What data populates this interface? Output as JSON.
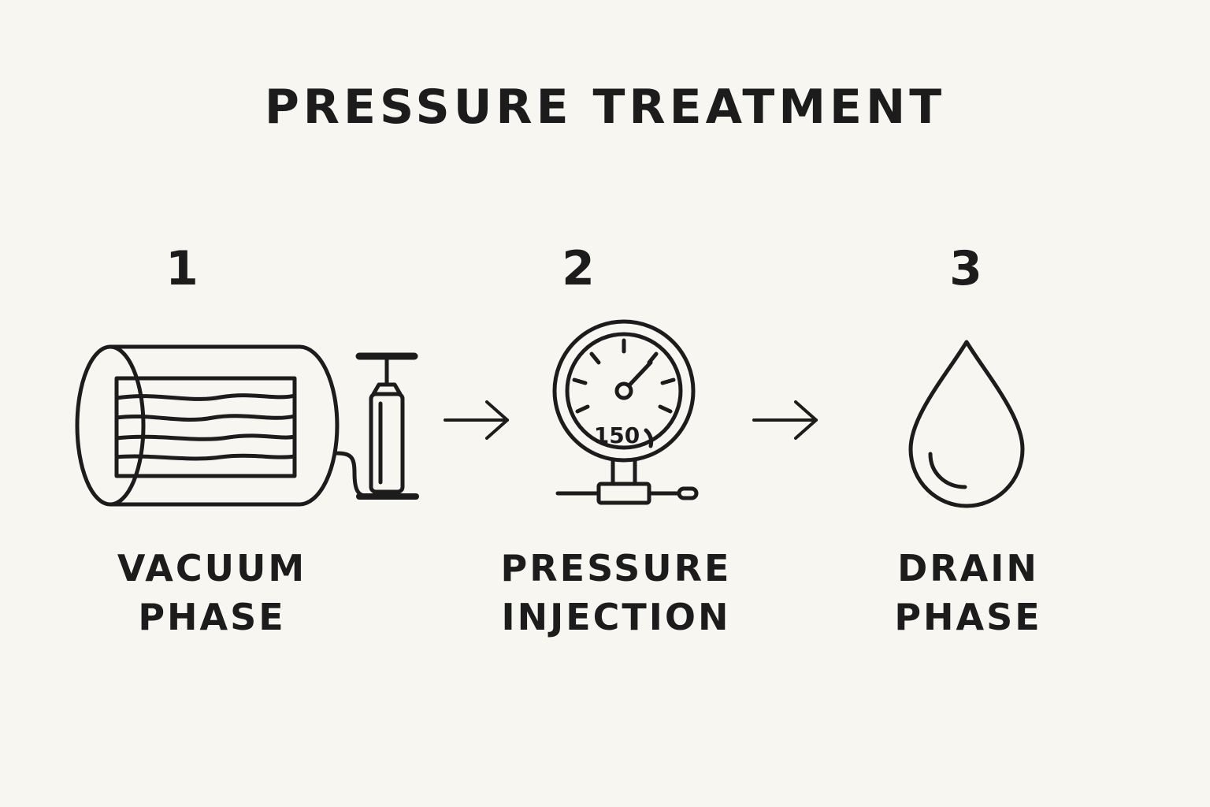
{
  "title": "PRESSURE TREATMENT",
  "steps": [
    {
      "number": "1",
      "label_line1": "VACUUM",
      "label_line2": "PHASE",
      "icon": "vacuum-cylinder-with-pump-icon"
    },
    {
      "number": "2",
      "label_line1": "PRESSURE",
      "label_line2": "INJECTION",
      "icon": "pressure-gauge-icon",
      "gauge_reading": "150"
    },
    {
      "number": "3",
      "label_line1": "DRAIN",
      "label_line2": "PHASE",
      "icon": "water-drop-icon"
    }
  ],
  "arrows": [
    "arrow-right-icon",
    "arrow-right-icon"
  ],
  "colors": {
    "background": "#f8f6f1",
    "ink": "#1c1c1c"
  }
}
